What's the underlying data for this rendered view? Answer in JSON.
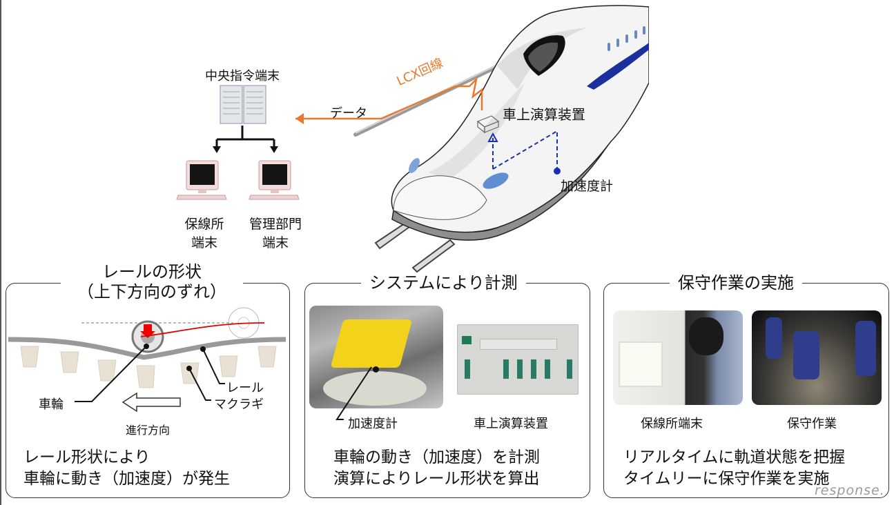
{
  "top_diagram": {
    "central_terminal": "中央指令端末",
    "data_label": "データ",
    "lcx_label": "LCX回線",
    "onboard_unit": "車上演算装置",
    "accelerometer": "加速度計",
    "terminals": [
      {
        "line1": "保線所",
        "line2": "端末"
      },
      {
        "line1": "管理部門",
        "line2": "端末"
      }
    ],
    "colors": {
      "data_line": "#e8782a",
      "signal_dash": "#1a2fb0",
      "train_stripe": "#1b2f9e"
    }
  },
  "panels": [
    {
      "title_line1": "レールの形状",
      "title_line2": "（上下方向のずれ）",
      "labels": {
        "wheel": "車輪",
        "rail": "レール",
        "sleeper": "マクラギ",
        "direction": "進行方向"
      },
      "desc_line1": "レール形状により",
      "desc_line2": "車輪に動き（加速度）が発生"
    },
    {
      "title": "システムにより計測",
      "photo_captions": [
        "加速度計",
        "車上演算装置"
      ],
      "desc_line1": "車輪の動き（加速度）を計測",
      "desc_line2": "演算によりレール形状を算出"
    },
    {
      "title": "保守作業の実施",
      "photo_captions": [
        "保線所端末",
        "保守作業"
      ],
      "desc_line1": "リアルタイムに軌道状態を把握",
      "desc_line2": "タイムリーに保守作業を実施"
    }
  ],
  "watermark": "response."
}
